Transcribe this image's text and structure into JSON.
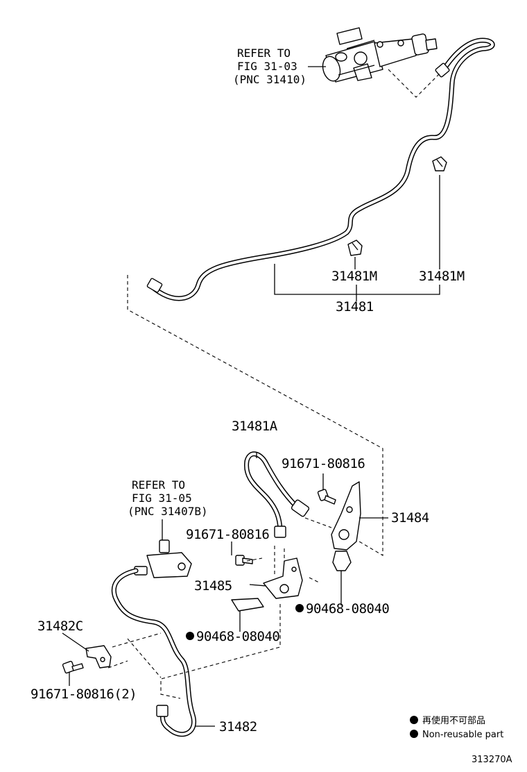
{
  "labels": {
    "refer_top_1": "REFER TO",
    "refer_top_2": "FIG 31-03",
    "refer_top_3": "(PNC 31410)",
    "p31481m_a": "31481M",
    "p31481m_b": "31481M",
    "p31481": "31481",
    "p31481a": "31481A",
    "p91671_top": "91671-80816",
    "p31484": "31484",
    "refer_mid_1": "REFER TO",
    "refer_mid_2": "FIG 31-05",
    "refer_mid_3": "(PNC 31407B)",
    "p91671_mid": "91671-80816",
    "p31485": "31485",
    "p90468_right": "90468-08040",
    "p90468_left": "90468-08040",
    "p31482c": "31482C",
    "p91671_bottom": "91671-80816(2)",
    "p31482": "31482"
  },
  "legend": {
    "line_jp": "再使用不可部品",
    "line_en": "Non-reusable part"
  },
  "figure_code": "313270A"
}
